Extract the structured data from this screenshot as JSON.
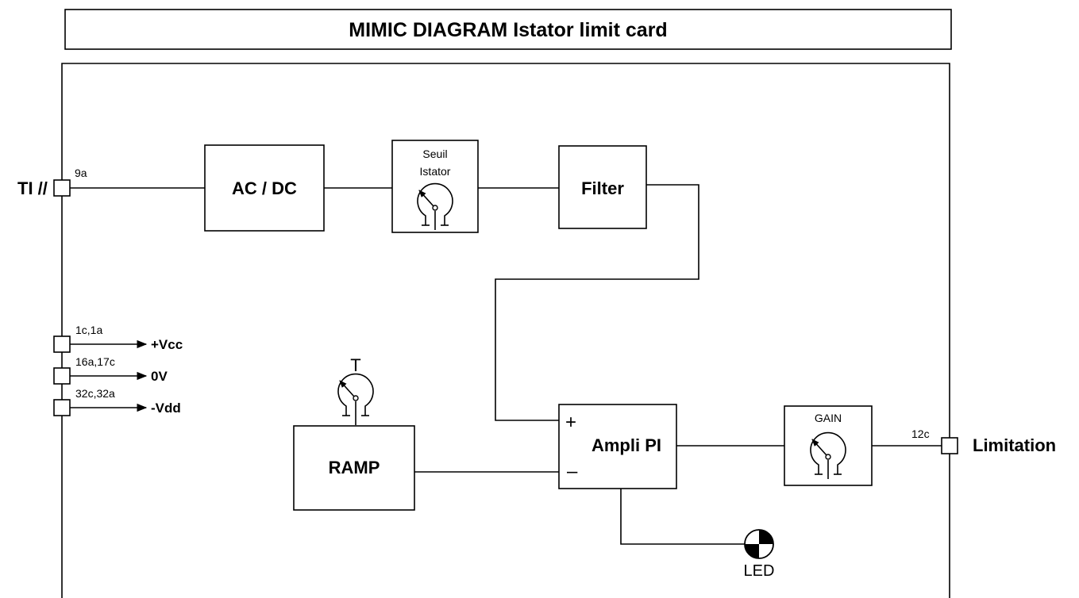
{
  "title": "MIMIC DIAGRAM Istator limit card",
  "inputs": {
    "ti_label": "TI //",
    "ti_pin": "9a"
  },
  "blocks": {
    "acdc": "AC / DC",
    "seuil_line1": "Seuil",
    "seuil_line2": "Istator",
    "filter": "Filter",
    "ramp": "RAMP",
    "ramp_pot_label": "T",
    "ampli": "Ampli PI",
    "ampli_plus": "+",
    "ampli_minus": "–",
    "gain": "GAIN",
    "led": "LED"
  },
  "power": [
    {
      "pin": "1c,1a",
      "signal": "+Vcc"
    },
    {
      "pin": "16a,17c",
      "signal": "0V"
    },
    {
      "pin": "32c,32a",
      "signal": "-Vdd"
    }
  ],
  "output": {
    "pin": "12c",
    "label": "Limitation"
  }
}
